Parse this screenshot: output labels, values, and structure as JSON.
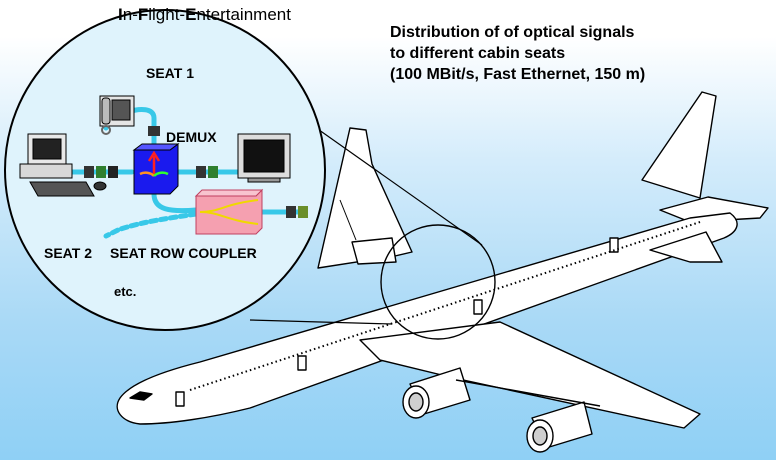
{
  "title_parts": [
    "I",
    "n-",
    "F",
    "light-",
    "E",
    "ntertainment"
  ],
  "description": [
    "Distribution of of optical signals",
    "to different cabin seats",
    "(100 MBit/s, Fast Ethernet, 150 m)"
  ],
  "inset_labels": {
    "seat1": "SEAT 1",
    "demux": "DEMUX",
    "seat2": "SEAT 2",
    "coupler": "SEAT ROW COUPLER",
    "etc": "etc."
  },
  "colors": {
    "fiber": "#38c8e8",
    "demux_box": "#1a1aee",
    "coupler_box": "#f5a0b0",
    "coupler_path": "#f0d800"
  }
}
